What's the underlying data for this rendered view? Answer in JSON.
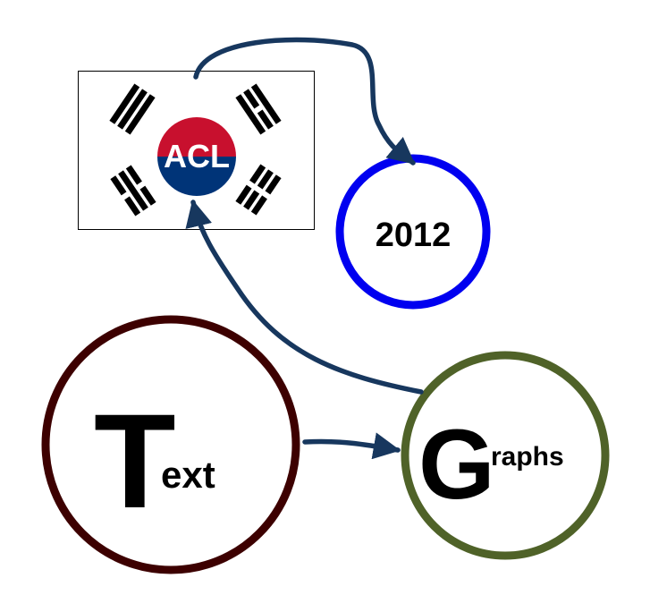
{
  "diagram": {
    "flag": {
      "label": "ACL",
      "colors": {
        "red": "#C8102E",
        "blue": "#003478",
        "border": "#000000",
        "bars": "#000000",
        "label": "#ffffff"
      }
    },
    "year_node": {
      "label": "2012",
      "border_color": "#0000F0"
    },
    "text_node": {
      "big_letter": "T",
      "rest": "ext",
      "border_color": "#3D0000"
    },
    "graphs_node": {
      "big_letter": "G",
      "rest": "raphs",
      "border_color": "#4F6228"
    },
    "edges": [
      {
        "from": "ACL",
        "to": "2012"
      },
      {
        "from": "Graphs",
        "to": "ACL"
      },
      {
        "from": "Text",
        "to": "Graphs"
      }
    ],
    "edge_color": "#17375E"
  }
}
